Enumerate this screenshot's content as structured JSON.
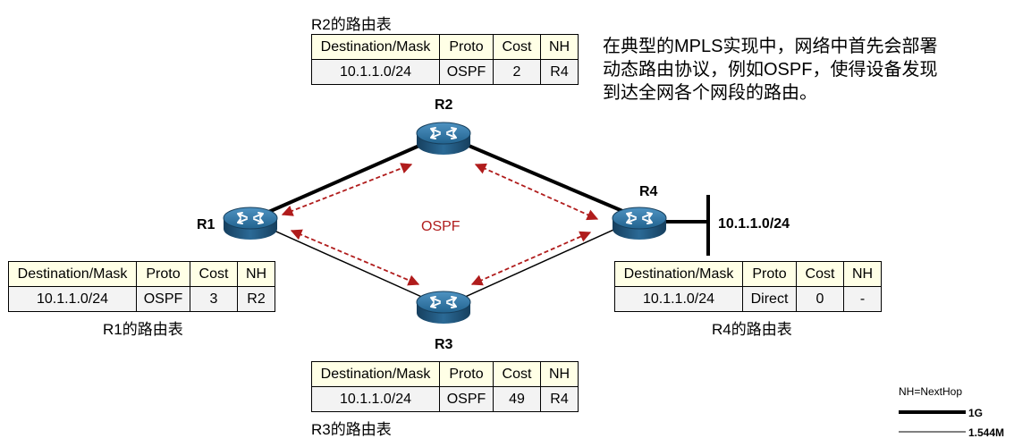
{
  "description": "在典型的MPLS实现中，网络中首先会部署动态路由协议，例如OSPF，使得设备发现到达全网各个网段的路由。",
  "protocol_label": "OSPF",
  "network_label": "10.1.1.0/24",
  "routers": [
    {
      "id": "R1",
      "label": "R1"
    },
    {
      "id": "R2",
      "label": "R2"
    },
    {
      "id": "R3",
      "label": "R3"
    },
    {
      "id": "R4",
      "label": "R4"
    }
  ],
  "table_headers": {
    "dest": "Destination/Mask",
    "proto": "Proto",
    "cost": "Cost",
    "nh": "NH"
  },
  "tables": {
    "r1": {
      "caption": "R1的路由表",
      "row": {
        "dest": "10.1.1.0/24",
        "proto": "OSPF",
        "cost": "3",
        "nh": "R2"
      }
    },
    "r2": {
      "caption": "R2的路由表",
      "row": {
        "dest": "10.1.1.0/24",
        "proto": "OSPF",
        "cost": "2",
        "nh": "R4"
      }
    },
    "r3": {
      "caption": "R3的路由表",
      "row": {
        "dest": "10.1.1.0/24",
        "proto": "OSPF",
        "cost": "49",
        "nh": "R4"
      }
    },
    "r4": {
      "caption": "R4的路由表",
      "row": {
        "dest": "10.1.1.0/24",
        "proto": "Direct",
        "cost": "0",
        "nh": "-"
      }
    }
  },
  "legend": {
    "nh_note": "NH=NextHop",
    "thick": "1G",
    "thin": "1.544M"
  },
  "colors": {
    "router_top": "#2a6f9e",
    "router_side": "#1d4e74",
    "arrow": "#b01c1c",
    "header_bg": "#ffffe6"
  }
}
